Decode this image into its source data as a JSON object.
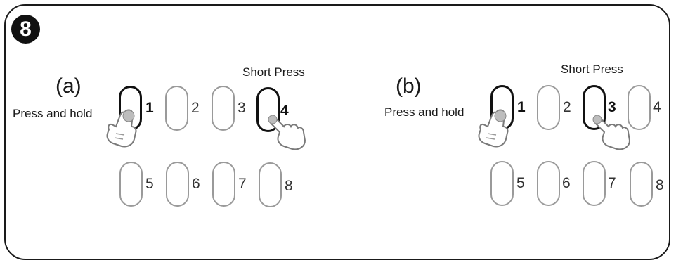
{
  "step_badge": "8",
  "panels": [
    {
      "letter": "(a)",
      "hold_label": "Press and hold",
      "short_label": "Short Press",
      "keys": [
        "1",
        "2",
        "3",
        "4",
        "5",
        "6",
        "7",
        "8"
      ],
      "held_key": "1",
      "pressed_key": "4"
    },
    {
      "letter": "(b)",
      "hold_label": "Press and hold",
      "short_label": "Short Press",
      "keys": [
        "1",
        "2",
        "3",
        "4",
        "5",
        "6",
        "7",
        "8"
      ],
      "held_key": "1",
      "pressed_key": "3"
    }
  ],
  "icons": [
    "pointing-hand-icon"
  ],
  "colors": {
    "border": "#1a1a1a",
    "key_inactive": "#9a9a9a",
    "key_active": "#111111"
  }
}
